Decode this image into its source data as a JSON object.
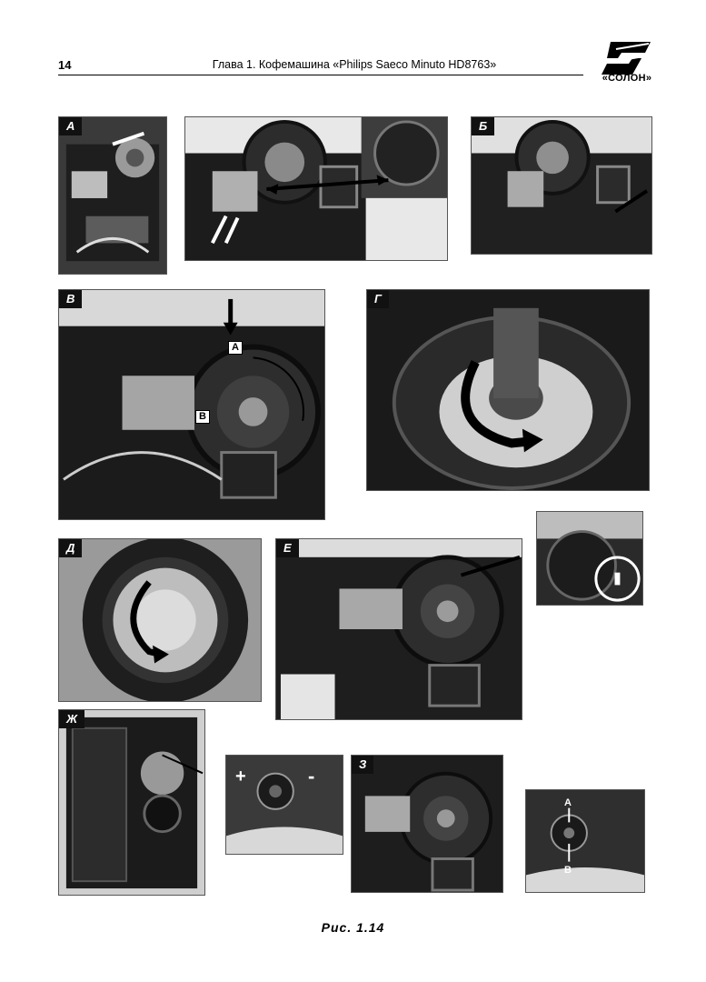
{
  "header": {
    "page_number": "14",
    "chapter_title": "Глава 1. Кофемашина «Philips Saeco Minuto HD8763»",
    "publisher_logo_text": "«СОЛОН»"
  },
  "panels": {
    "a": "А",
    "b": "Б",
    "v": "В",
    "g": "Г",
    "d": "Д",
    "e": "Е",
    "zh": "Ж",
    "z": "З"
  },
  "callouts": {
    "v_point_a": "А",
    "v_point_b": "В",
    "zh_plus": "+",
    "zh_minus": "-",
    "final_a": "А",
    "final_b": "В"
  },
  "caption": "Рис. 1.14",
  "colors": {
    "photo_dark": "#2a2a2a",
    "photo_mid": "#7a7a7a",
    "photo_light": "#d0d0d0",
    "tag_bg": "#111111"
  }
}
